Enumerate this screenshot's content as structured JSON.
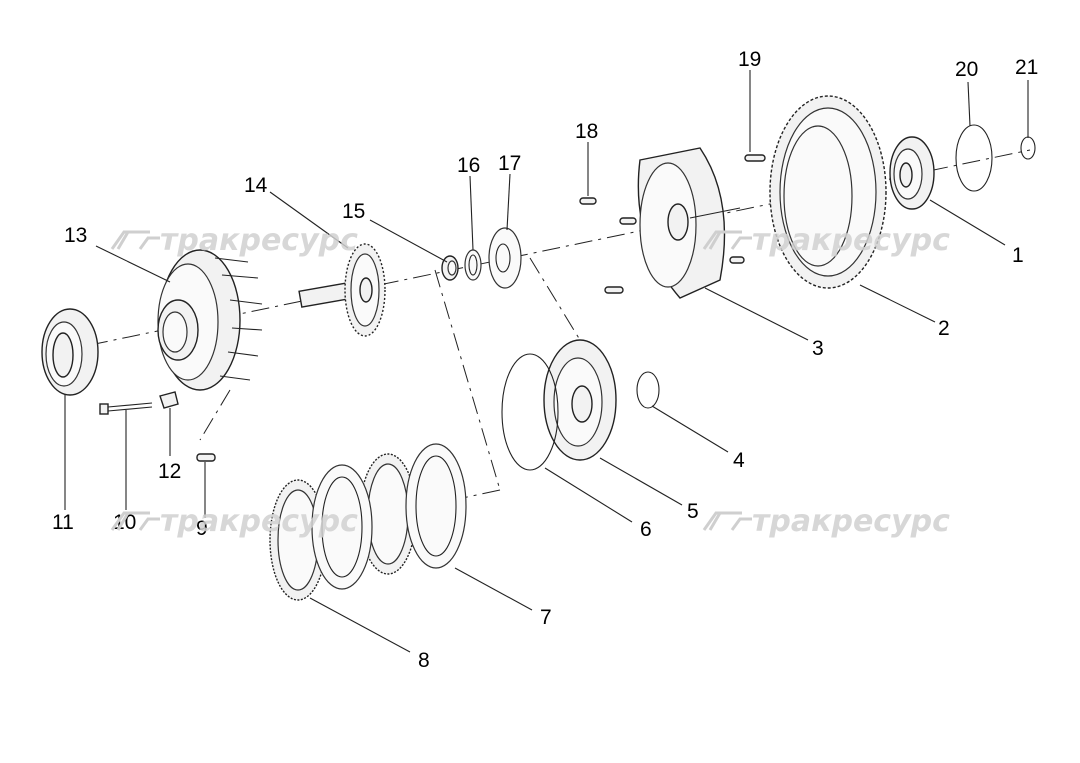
{
  "watermark": {
    "text": "тракресурс",
    "logo": "TR-logo"
  },
  "callouts": [
    "1",
    "2",
    "3",
    "4",
    "5",
    "6",
    "7",
    "8",
    "9",
    "10",
    "11",
    "12",
    "13",
    "14",
    "15",
    "16",
    "17",
    "18",
    "19",
    "20",
    "21"
  ]
}
